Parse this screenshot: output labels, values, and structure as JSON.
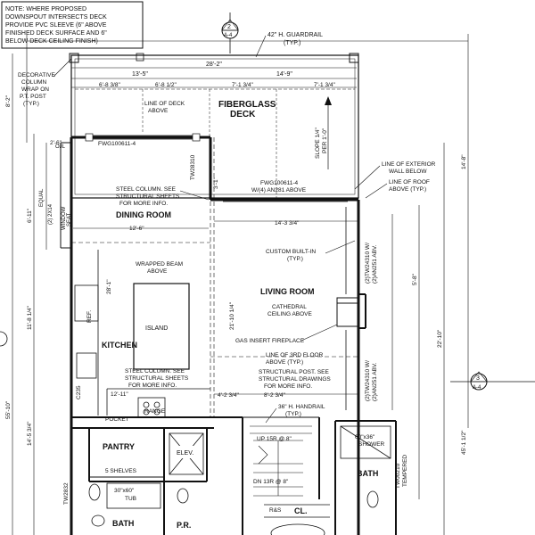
{
  "note": {
    "lines": [
      "NOTE: WHERE PROPOSED",
      "DOWNSPOUT INTERSECTS DECK",
      "PROVIDE PVC SLEEVE (6\" ABOVE",
      "FINISHED DECK SURFACE AND 6\"",
      "BELOW DECK CEILING FINISH)"
    ]
  },
  "section_markers": [
    {
      "num": "2",
      "sheet": "A-4"
    },
    {
      "num": "3",
      "sheet": "A-4"
    }
  ],
  "rooms": {
    "deck": [
      "FIBERGLASS",
      "DECK"
    ],
    "dining": "DINING ROOM",
    "living": "LIVING ROOM",
    "kitchen": "KITCHEN",
    "island": "ISLAND",
    "pantry": "PANTRY",
    "elev": "ELEV.",
    "bath_left": "BATH",
    "bath_right": "BATH",
    "pr": "P.R.",
    "cl": "CL.",
    "rs": "R&S",
    "ref": "REF.",
    "range": "RANGE",
    "pocket": "POCKET",
    "shelves": "5 SHELVES",
    "tub": [
      "30\"x60\"",
      "TUB"
    ],
    "shower": [
      "60\"x36\"",
      "SHOWER"
    ],
    "stair_up": "UP 15R @ 8\"",
    "stair_dn": "DN 13R @ 8\""
  },
  "annotations": {
    "guardrail": [
      "42\" H. GUARDRAIL",
      "(TYP.)"
    ],
    "decorative": [
      "DECORATIVE",
      "COLUMN",
      "WRAP ON",
      "P.T. POST",
      "(TYP.)"
    ],
    "deck_line": [
      "LINE OF DECK",
      "ABOVE"
    ],
    "slope": [
      "SLOPE 1/4\"",
      "PER 1'-0\""
    ],
    "ext_wall": [
      "LINE OF EXTERIOR",
      "WALL BELOW"
    ],
    "roof_line": [
      "LINE OF ROOF",
      "ABOVE (TYP.)"
    ],
    "steel_col_1": [
      "STEEL COLUMN. SEE",
      "STRUCTURAL SHEETS",
      "FOR MORE INFO."
    ],
    "window": [
      "FWG100611-4",
      "W/(4) AN281 ABOVE"
    ],
    "wrapped_beam": [
      "WRAPPED BEAM",
      "ABOVE"
    ],
    "custom_builtin": [
      "CUSTOM BUILT-IN",
      "(TYP.)"
    ],
    "cathedral": [
      "CATHEDRAL",
      "CEILING ABOVE"
    ],
    "gas_fireplace": "GAS INSERT FIREPLACE",
    "steel_col_2": [
      "STEEL COLUMN. SEE",
      "STRUCTURAL SHEETS",
      "FOR MORE INFO."
    ],
    "third_floor": [
      "LINE OF 3RD FLOOR",
      "ABOVE (TYP.)"
    ],
    "struct_post": [
      "STRUCTURAL POST. SEE",
      "STRUCTURAL DRAWINGS",
      "FOR MORE INFO."
    ],
    "handrail": [
      "36\" H. HANDRAIL",
      "(TYP.)"
    ],
    "window_top": "FWG100611-4",
    "win_tw28310": "TW28310",
    "win_seat": [
      "WINDOW",
      "SEAT"
    ],
    "equal": "EQUAL",
    "two_2x14": "(2) 2X14",
    "tw_right_1": [
      "(2)TW24310 W/",
      "(2)AN251 ABV."
    ],
    "tw_right_2": [
      "(2)TW24310 W/",
      "(2)AN251 ABV."
    ],
    "tw00210": [
      "TW00210",
      "TEMPERED"
    ],
    "c235": "C235",
    "tw2832": "TW2832",
    "ojl": "OJL"
  },
  "dimensions": {
    "top_13_5": "13'-5\"",
    "top_14_9": "14'-9\"",
    "top_28_2": "28'-2\"",
    "d6_8a": "6'-8 3/8\"",
    "d6_8b": "6'-8 1/2\"",
    "d7_1a": "7'-1 3/4\"",
    "d7_1b": "7'-1 3/4\"",
    "left_8_2": "8'-2\"",
    "left_6_11": "6'-11\"",
    "left_11_8": "11'-8 1/4\"",
    "left_55_10": "55'-10\"",
    "left_14_5": "14'-5 3/4\"",
    "right_14_8": "14'-8\"",
    "right_22_10": "22'-10\"",
    "right_45_1": "45'-1 1/2\"",
    "d12_6": "12'-6\"",
    "d14_3": "14'-3 3/4\"",
    "d12_11": "12'-11\"",
    "d8_2": "8'-2 3/4\"",
    "d4_2": "4'-2 3/4\"",
    "d28_1": "28'-1\"",
    "d21_10": "21'-10 1/4\"",
    "d2_6": "2'-6\"",
    "d3_1": "3'-1\"",
    "d5_8": "5'-8\""
  },
  "colors": {
    "line": "#111111",
    "paper": "#ffffff"
  }
}
